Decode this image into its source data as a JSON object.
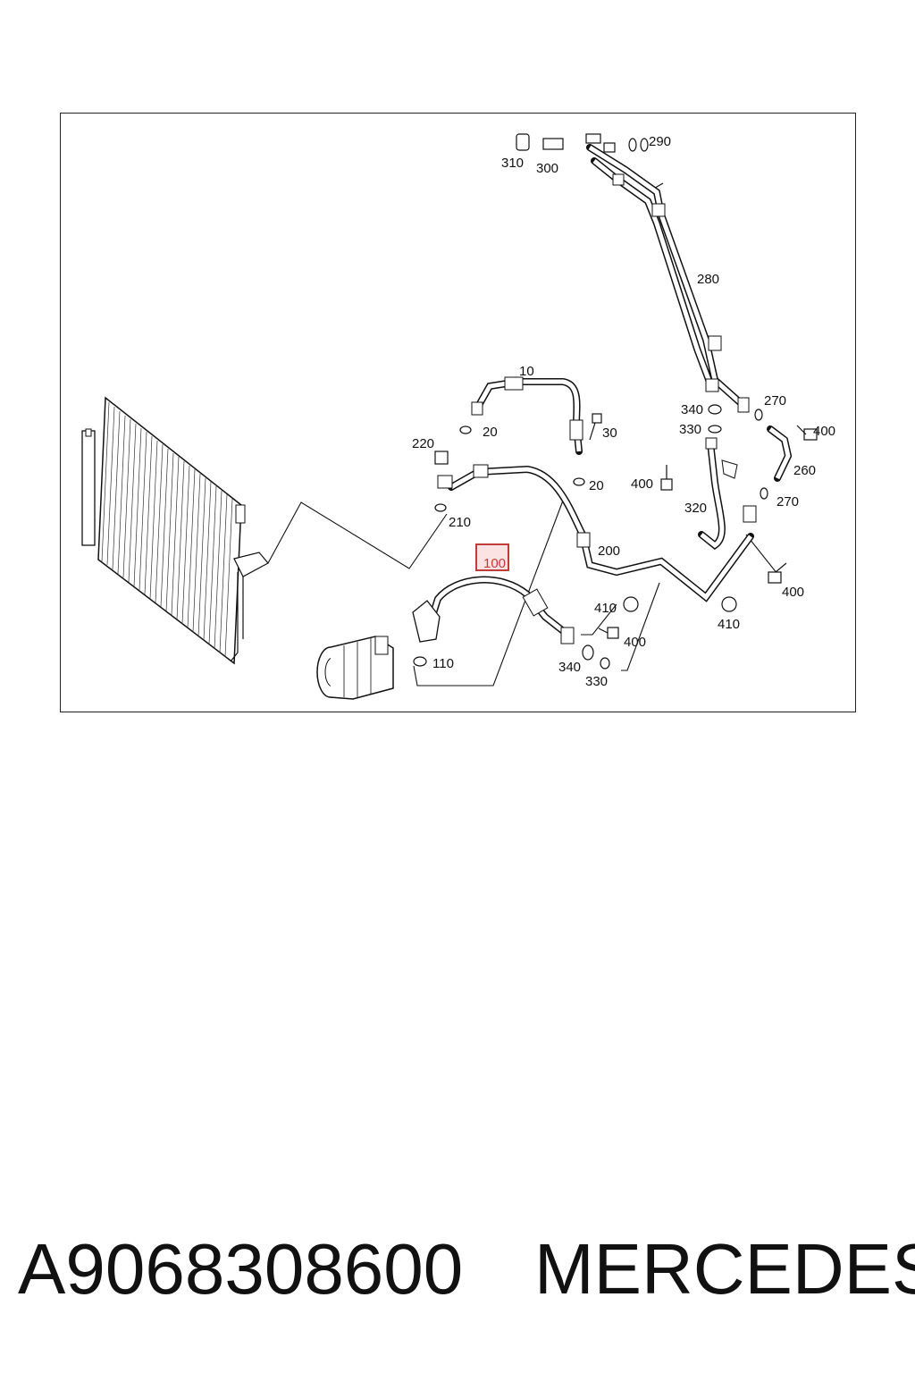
{
  "diagram": {
    "callouts": {
      "c290": "290",
      "c310": "310",
      "c300": "300",
      "c280": "280",
      "c10": "10",
      "c270a": "270",
      "c340a": "340",
      "c330a": "330",
      "c400a": "400",
      "c20a": "20",
      "c30": "30",
      "c220": "220",
      "c260": "260",
      "c20b": "20",
      "c400b": "400",
      "c210": "210",
      "c320": "320",
      "c270b": "270",
      "c200": "200",
      "c100": "100",
      "c410a": "410",
      "c400c": "400",
      "c410b": "410",
      "c400d": "400",
      "c110": "110",
      "c340b": "340",
      "c330b": "330"
    },
    "highlight_color": "#c23b3b"
  },
  "footer": {
    "part_number": "A9068308600",
    "brand": "MERCEDES"
  }
}
